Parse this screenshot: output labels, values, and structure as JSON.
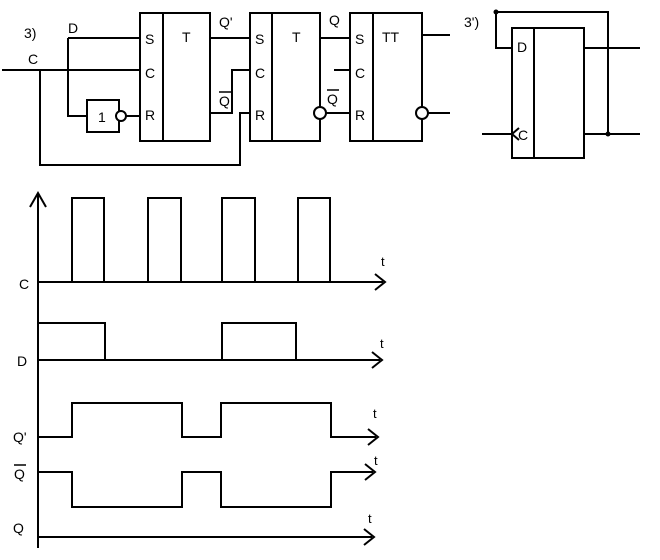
{
  "circuit": {
    "variant_label": "3)",
    "input_C": "C",
    "input_D": "D",
    "inverter_label": "1",
    "ff1": {
      "type_label": "T",
      "pin_S": "S",
      "pin_C": "C",
      "pin_R": "R"
    },
    "ff2": {
      "type_label": "T",
      "pin_S": "S",
      "pin_C": "C",
      "pin_R": "R"
    },
    "ff3": {
      "type_label": "TT",
      "pin_S": "S",
      "pin_C": "C",
      "pin_R": "R"
    },
    "out_Qprime": "Q'",
    "out_Qbar_1": "Q",
    "out_Q": "Q",
    "out_Qbar_2": "Q"
  },
  "alt_circuit": {
    "variant_label": "3')",
    "pin_D": "D",
    "pin_C": "C"
  },
  "timing": {
    "time_label": "t",
    "signals": [
      {
        "name": "C",
        "overline": false
      },
      {
        "name": "D",
        "overline": false
      },
      {
        "name": "Q'",
        "overline": false
      },
      {
        "name": "Q",
        "overline": true
      },
      {
        "name": "Q",
        "overline": false
      }
    ]
  }
}
